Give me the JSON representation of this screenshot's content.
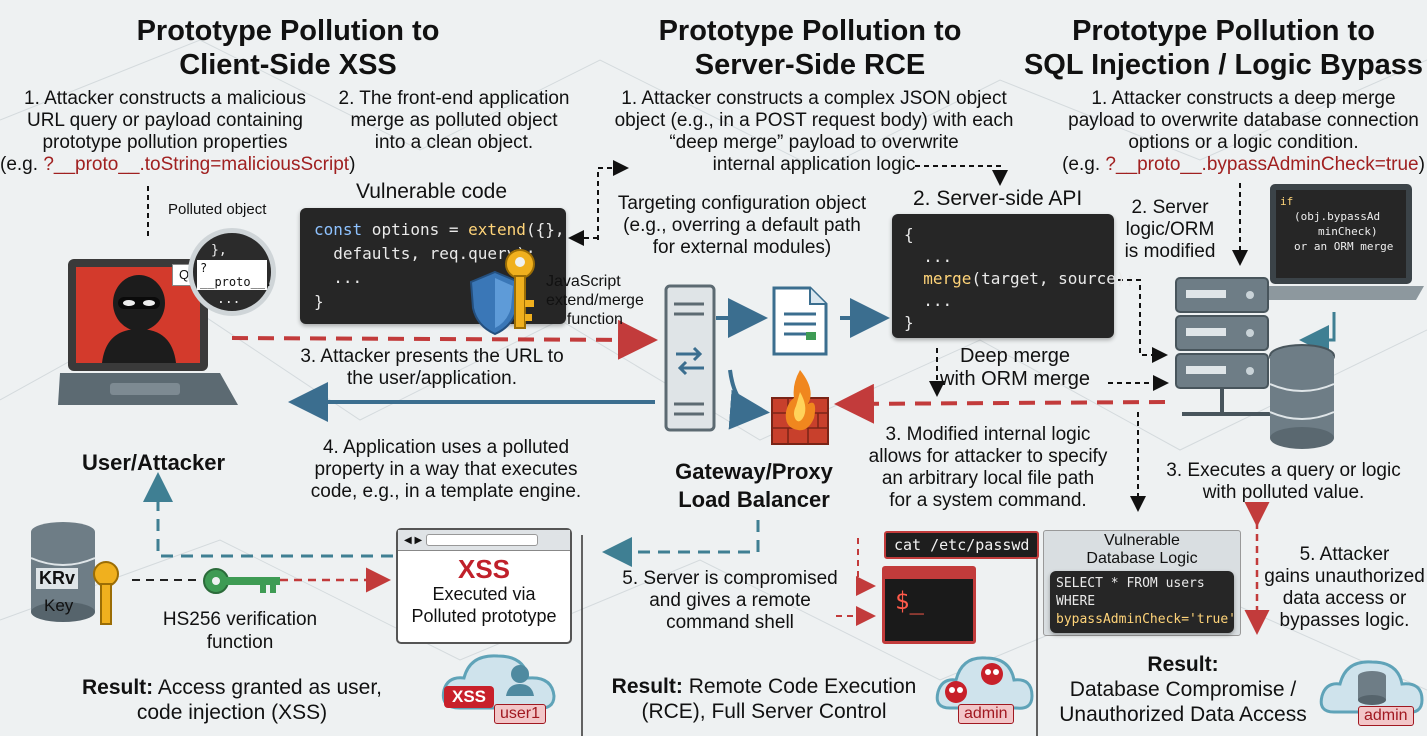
{
  "left": {
    "title_line1": "Prototype Pollution to",
    "title_line2": "Client-Side XSS",
    "step1_line1": "1. Attacker constructs a malicious",
    "step1_line2": "URL query or payload containing",
    "step1_line3": "prototype pollution properties",
    "step1_eg_prefix": "(e.g. ",
    "step1_eg_code": "?__proto__.toString=maliciousScript",
    "step1_eg_suffix": ")",
    "step2_line1": "2. The front-end application",
    "step2_line2": "merge as polluted object",
    "step2_line3": "into a clean object.",
    "vuln_code_label": "Vulnerable code",
    "code_line1_kw": "const",
    "code_line1_rest": " options = ",
    "code_line1_fn": "extend",
    "code_line1_end": "({},",
    "code_line2": "  defaults, req.query);",
    "code_line3": "  ...",
    "code_line4": "}",
    "polluted_label": "Polluted object",
    "polluted_line1": "},",
    "polluted_line2": "?__proto__.",
    "polluted_line3": "...",
    "polluted_q": "Q",
    "js_label_line1": "JavaScript",
    "js_label_line2": "extend/merge",
    "js_label_line3": "function",
    "step3_line1": "3. Attacker presents the URL to",
    "step3_line2": "the user/application.",
    "step4_line1": "4. Application uses a polluted",
    "step4_line2": "property in a way that executes",
    "step4_line3": "code, e.g., in a template engine.",
    "user_label": "User/Attacker",
    "key_text_1": "KRv",
    "key_text_2": "Key",
    "hs256_line1": "HS256 verification",
    "hs256_line2": "function",
    "xss_title": "XSS",
    "xss_line1": "Executed via",
    "xss_line2": "Polluted prototype",
    "result_bold": "Result:",
    "result_line1": " Access granted as user,",
    "result_line2": "code injection (XSS)",
    "badge_xss": "XSS",
    "badge_user": "user1"
  },
  "middle": {
    "title_line1": "Prototype Pollution to",
    "title_line2": "Server-Side RCE",
    "step1_line1": "1. Attacker constructs a complex JSON object",
    "step1_line2": "object (e.g., in a POST request body) with each",
    "step1_line3": "“deep merge” payload to overwrite",
    "step1_line4": "internal application logic",
    "targeting_line1": "Targeting configuration object",
    "targeting_line2": "(e.g., overring a default path",
    "targeting_line3": "for external modules)",
    "api_label": "2. Server-side API",
    "api_code_line1": "{",
    "api_code_line2": "  ...",
    "api_code_line3_fn": "  merge",
    "api_code_line3_rest": "(target, source);",
    "api_code_line4": "  ...",
    "api_code_line5": "}",
    "deep_merge_line1": "Deep merge",
    "deep_merge_line2": "with ORM merge",
    "gateway_line1": "Gateway/Proxy",
    "gateway_line2": "Load Balancer",
    "step3_line1": "3. Modified internal logic",
    "step3_line2": "allows for attacker to specify",
    "step3_line3": "an arbitrary local file path",
    "step3_line4": "for a system command.",
    "cmd_text": "cat /etc/passwd",
    "shell_prompt": "$_",
    "step5_line1": "5. Server is compromised",
    "step5_line2": "and gives a remote",
    "step5_line3": "command shell",
    "result_bold": "Result:",
    "result_line1": " Remote Code Execution",
    "result_line2": "(RCE), Full Server Control",
    "badge_admin": "admin"
  },
  "right": {
    "title_line1": "Prototype Pollution to",
    "title_line2": "SQL Injection / Logic Bypass",
    "step1_line1": "1. Attacker constructs a deep merge",
    "step1_line2": "payload to overwrite database connection",
    "step1_line3": "options or a logic condition.",
    "step1_eg_prefix": "(e.g. ",
    "step1_eg_code": "?__proto__.bypassAdminCheck=true",
    "step1_eg_suffix": ")",
    "step2_line1": "2. Server",
    "step2_line2": "logic/ORM",
    "step2_line3": "is modified",
    "laptop_code_line1": "if",
    "laptop_code_line2": "(obj.bypassAd",
    "laptop_code_line3": "minCheck)",
    "laptop_code_line4": "or an ORM merge",
    "step3_line1": "3. Executes a query or logic",
    "step3_line2": "with polluted value.",
    "vuln_db_line1": "Vulnerable",
    "vuln_db_line2": "Database Logic",
    "sql_line1": "SELECT * FROM users",
    "sql_line2": "WHERE",
    "sql_line3": "bypassAdminCheck='true'",
    "step5_line1": "5. Attacker",
    "step5_line2": "gains unauthorized",
    "step5_line3": "data access or",
    "step5_line4": "bypasses logic.",
    "result_bold": "Result:",
    "result_line1": "Database Compromise /",
    "result_line2": "Unauthorized Data Access",
    "badge_admin": "admin"
  },
  "colors": {
    "red_arrow": "#c23b3b",
    "blue_arrow": "#3b6e8f",
    "code_bg": "#262626",
    "highlight_red": "#a02020",
    "teal_badge": "#5fa3b8"
  },
  "icons": [
    "laptop-icon",
    "hacker-icon",
    "magnifier-icon",
    "shield-icon",
    "key-icon",
    "server-rack-icon",
    "document-icon",
    "firewall-icon",
    "database-server-icon",
    "laptop-code-icon",
    "database-key-icon",
    "green-key-icon",
    "browser-window-icon",
    "terminal-icon",
    "cloud-user-icon",
    "cloud-skull-icon",
    "cloud-database-icon"
  ]
}
